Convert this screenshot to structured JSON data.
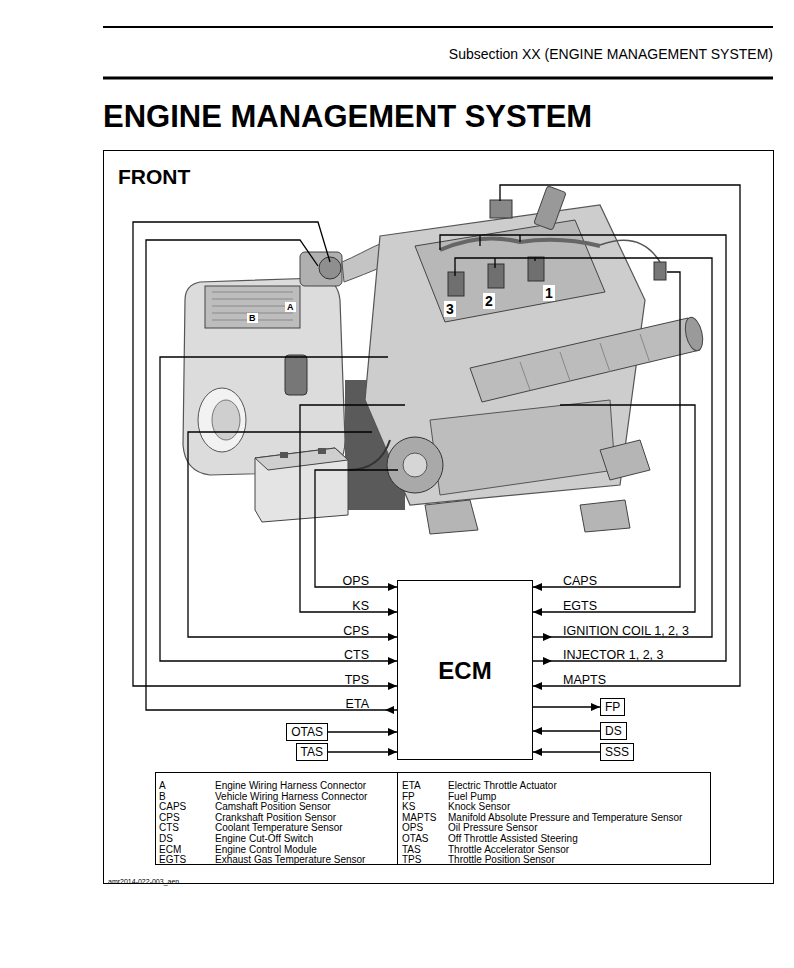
{
  "diagram": {
    "title": "ENGINE MANAGEMENT SYSTEM",
    "nodes": [
      {
        "text": [
          "ECM"
        ]
      },
      {
        "text": [
          "FP"
        ]
      },
      {
        "text": [
          "OTAS"
        ]
      },
      {
        "text": [
          "DS"
        ]
      },
      {
        "text": [
          "TAS"
        ]
      },
      {
        "text": [
          "SSS"
        ]
      }
    ],
    "edges": [
      {
        "from": 2,
        "to": 0,
        "arrow": "to"
      },
      {
        "from": 4,
        "to": 0,
        "arrow": "to"
      },
      {
        "from": 0,
        "to": 1,
        "arrow": "to"
      },
      {
        "from": 3,
        "to": 0,
        "arrow": "to"
      },
      {
        "from": 5,
        "to": 0,
        "arrow": "to"
      }
    ],
    "labels": [
      "Subsection XX (ENGINE MANAGEMENT SYSTEM)",
      "FRONT",
      "B",
      "A",
      "3",
      "2",
      "1",
      "OPS",
      "KS",
      "CPS",
      "CTS",
      "TPS",
      "ETA",
      "CAPS",
      "EGTS",
      "IGNITION COIL 1, 2, 3",
      "INJECTOR 1, 2, 3",
      "MAPTS",
      "A",
      "Engine Wiring Harness Connector",
      "B",
      "Vehicle Wiring Harness Connector",
      "CAPS",
      "Camshaft Position Sensor",
      "CPS",
      "Crankshaft Position Sensor",
      "CTS",
      "Coolant Temperature Sensor",
      "DS",
      "Engine Cut-Off Switch",
      "ECM",
      "Engine Control Module",
      "EGTS",
      "Exhaust Gas Temperature Sensor",
      "ETA",
      "Electric Throttle Actuator",
      "FP",
      "Fuel Pump",
      "KS",
      "Knock Sensor",
      "MAPTS",
      "Manifold Absolute Pressure and Temperature Sensor",
      "OPS",
      "Oil Pressure Sensor",
      "OTAS",
      "Off Throttle Assisted Steering",
      "TAS",
      "Throttle Accelerator Sensor",
      "TPS",
      "Throttle Position Sensor",
      "amr2014-022-003_aen"
    ]
  }
}
